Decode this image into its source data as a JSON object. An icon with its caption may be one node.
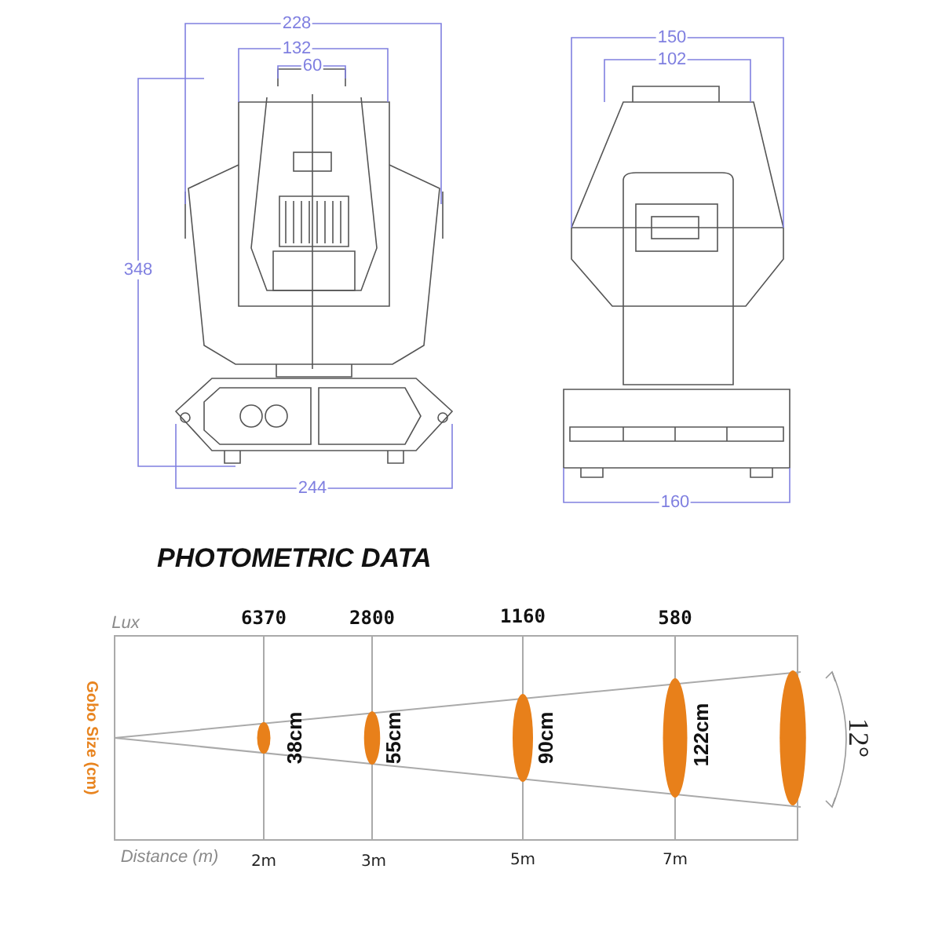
{
  "diagram": {
    "title": "PHOTOMETRIC DATA",
    "labels": [
      "228",
      "132",
      "60",
      "348",
      "244",
      "150",
      "102",
      "160",
      "Lux",
      "6370",
      "2800",
      "1160",
      "580",
      "Gobo Size (cm)",
      "38cm",
      "55cm",
      "90cm",
      "122cm",
      "12°",
      "Distance (m)",
      "2m",
      "3m",
      "5m",
      "7m"
    ]
  }
}
